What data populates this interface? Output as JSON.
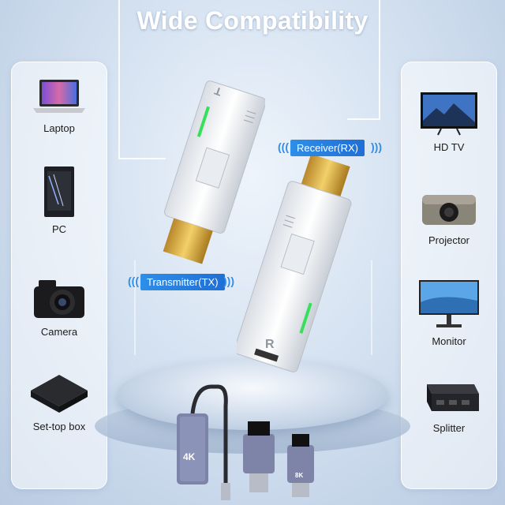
{
  "title": "Wide Compatibility",
  "left_devices": [
    {
      "label": "Laptop",
      "icon": "laptop-icon"
    },
    {
      "label": "PC",
      "icon": "pc-tower-icon"
    },
    {
      "label": "Camera",
      "icon": "camera-icon"
    },
    {
      "label": "Set-top box",
      "icon": "set-top-box-icon"
    }
  ],
  "right_devices": [
    {
      "label": "HD TV",
      "icon": "tv-icon"
    },
    {
      "label": "Projector",
      "icon": "projector-icon"
    },
    {
      "label": "Monitor",
      "icon": "monitor-icon"
    },
    {
      "label": "Splitter",
      "icon": "splitter-icon"
    }
  ],
  "receiver": {
    "label": "Receiver(RX)",
    "letter": "R"
  },
  "transmitter": {
    "label": "Transmitter(TX)",
    "letter": "T"
  },
  "adapter": {
    "text": "4K"
  },
  "adapter_small": {
    "text": "8K"
  },
  "colors": {
    "accent": "#1f6fd6",
    "led": "#35e05a",
    "gold": "#e2b540"
  }
}
